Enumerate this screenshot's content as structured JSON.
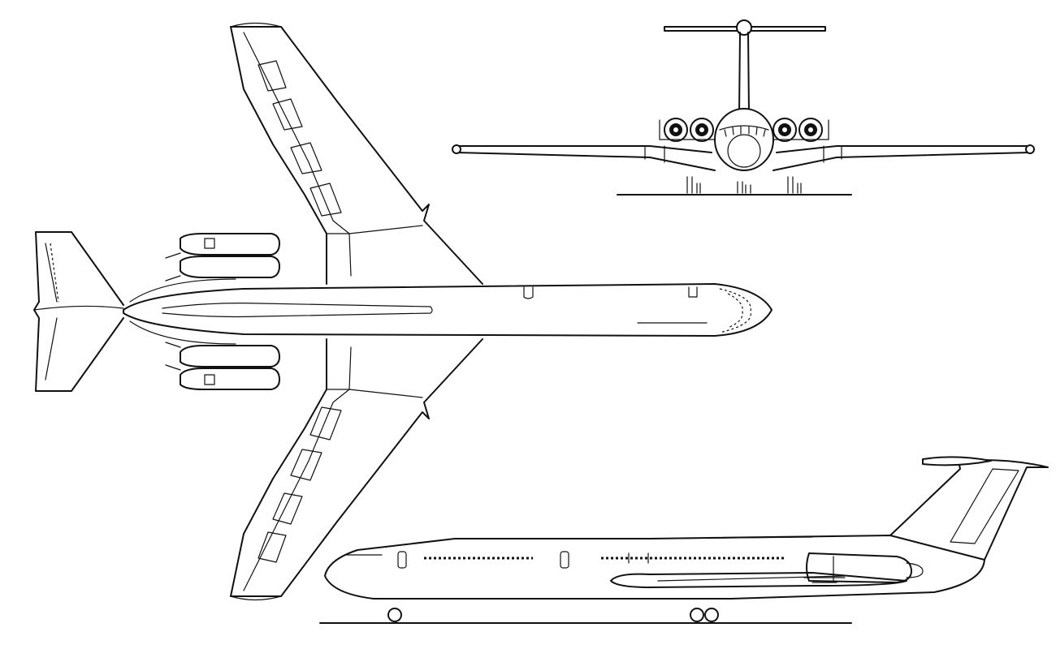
{
  "views": {
    "plan": "plan-view",
    "front": "front-view",
    "side": "side-view"
  },
  "colors": {
    "line": "#111111",
    "background": "#ffffff"
  }
}
